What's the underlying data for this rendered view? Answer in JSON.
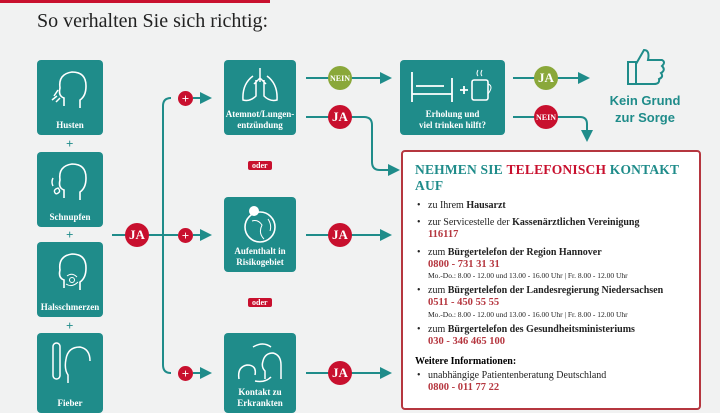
{
  "title": "So verhalten Sie sich richtig:",
  "symptoms": [
    "Husten",
    "Schnupfen",
    "Halsschmerzen",
    "Fieber"
  ],
  "plus": "+",
  "ja": "JA",
  "nein": "NEIN",
  "oder": "oder",
  "conditions": [
    {
      "label": "Atemnot/Lungen-entzündung"
    },
    {
      "label": "Aufenthalt in Risikogebiet"
    },
    {
      "label": "Kontakt zu Erkrankten"
    }
  ],
  "rest": {
    "label1": "Erholung und",
    "label2": "viel trinken hilft?"
  },
  "outcome": {
    "line1": "Kein Grund",
    "line2": "zur Sorge"
  },
  "contact": {
    "heading_a": "NEHMEN SIE ",
    "heading_b": "TELEFONISCH",
    "heading_c": " KONTAKT AUF",
    "items": [
      {
        "pre": "zu Ihrem ",
        "bold": "Hausarzt"
      },
      {
        "pre": "zur Servicestelle der ",
        "bold": "Kassenärztlichen Vereinigung",
        "number": "116117"
      },
      {
        "pre": "zum ",
        "bold": "Bürgertelefon der Region Hannover",
        "number": "0800 - 731 31 31",
        "hours": "Mo.-Do.: 8.00 - 12.00 und 13.00 - 16.00 Uhr | Fr. 8.00 - 12.00 Uhr"
      },
      {
        "pre": "zum ",
        "bold": "Bürgertelefon der Landesregierung Niedersachsen",
        "number": "0511 - 450 55 55",
        "hours": "Mo.-Do.: 8.00 - 12.00 und 13.00 - 16.00 Uhr | Fr. 8.00 - 12.00 Uhr"
      },
      {
        "pre": "zum ",
        "bold": "Bürgertelefon des Gesundheitsministeriums",
        "number": "030 - 346 465 100"
      }
    ],
    "more_heading": "Weitere Informationen:",
    "more_item": {
      "text": "unabhängige Patientenberatung Deutschland",
      "number": "0800 - 011 77 22"
    }
  },
  "colors": {
    "teal": "#1f8c8a",
    "red": "#c8102e",
    "green": "#8aa83a"
  }
}
